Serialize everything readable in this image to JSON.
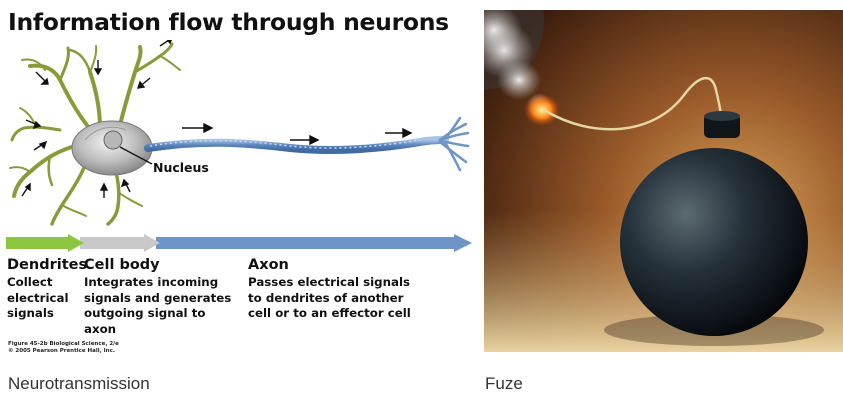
{
  "left_panel": {
    "title": "Information flow through neurons",
    "nucleus_label": "Nucleus",
    "sections": [
      {
        "title": "Dendrites",
        "lines": [
          "Collect",
          "electrical",
          "signals"
        ]
      },
      {
        "title": "Cell body",
        "lines": [
          "Integrates incoming",
          "signals and generates",
          "outgoing signal to",
          "axon"
        ]
      },
      {
        "title": "Axon",
        "lines": [
          "Passes electrical signals",
          "to dendrites of another",
          "cell or to an effector cell"
        ]
      }
    ],
    "credit_lines": [
      "Figure 45-2b  Biological Science, 2/e",
      "© 2005 Pearson Prentice Hall, Inc."
    ],
    "caption": "Neurotransmission",
    "colors": {
      "dendrites": "#8cc63f",
      "cell_body": "#c8c8c8",
      "axon": "#6f95c8"
    }
  },
  "right_panel": {
    "image_subject": "bomb-with-lit-fuse",
    "caption": "Fuze"
  }
}
